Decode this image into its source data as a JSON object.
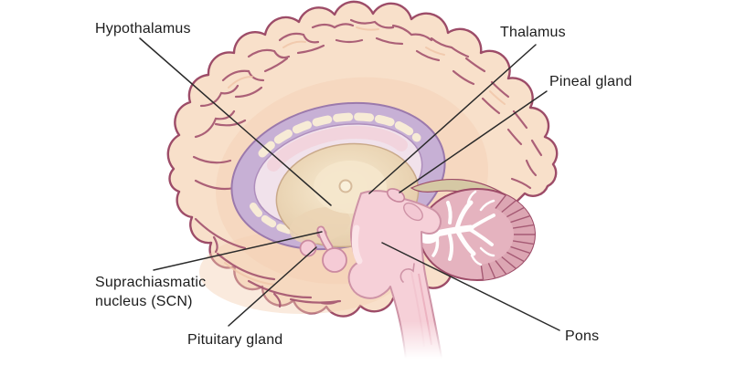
{
  "labels": {
    "hypothalamus": "Hypothalamus",
    "thalamus": "Thalamus",
    "pineal_gland": "Pineal gland",
    "suprachiasmatic_nucleus": "Suprachiasmatic nucleus (SCN)",
    "pituitary_gland": "Pituitary gland",
    "pons": "Pons"
  },
  "palette": {
    "background": "#ffffff",
    "cortex": "#F8E0CA",
    "cortex_outline": "#9D4C68",
    "sulci": "#A3536F",
    "corpus_callosum_band": "#C7B0D5",
    "inner_ring": "#F1E2EB",
    "ventricle_dashes": "#F7EBD6",
    "thalamus_region": "#E3C9A8",
    "brainstem": "#F6D0D8",
    "brainstem_outline": "#CE93A6",
    "cerebellum": "#E5B3BF",
    "tentorium": "#D5C8A4",
    "leader_line": "#2a2a2a",
    "label_text": "#1c1c1c"
  }
}
